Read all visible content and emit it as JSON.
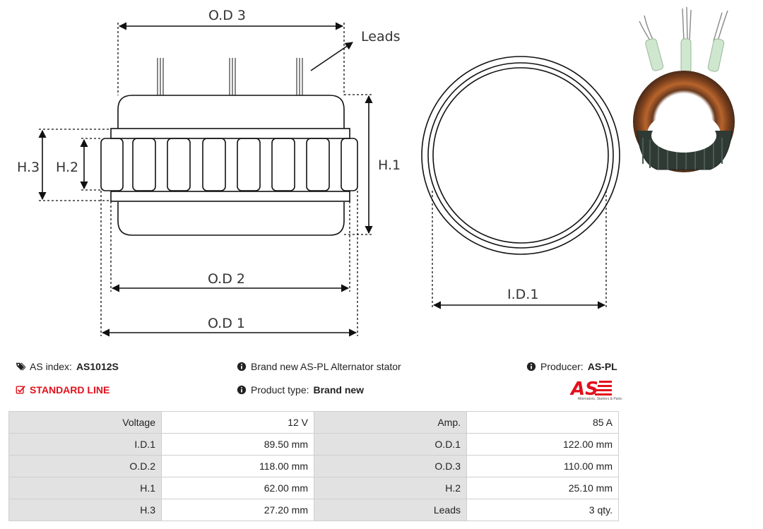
{
  "diagram": {
    "labels": {
      "od3": "O.D 3",
      "leads": "Leads",
      "h1": "H.1",
      "h2": "H.2",
      "h3": "H.3",
      "od2": "O.D 2",
      "od1": "O.D 1",
      "id1": "I.D.1"
    }
  },
  "info": {
    "as_index_label": "AS index:",
    "as_index_value": "AS1012S",
    "line_label": "STANDARD LINE",
    "description": "Brand new AS-PL Alternator stator",
    "product_type_label": "Product type:",
    "product_type_value": "Brand new",
    "producer_label": "Producer:",
    "producer_value": "AS-PL"
  },
  "logo": {
    "text": "AS",
    "tagline": "Alternators, Starters & Parts",
    "color": "#e3101b"
  },
  "specs": {
    "rows": [
      {
        "l1": "Voltage",
        "v1": "12 V",
        "l2": "Amp.",
        "v2": "85 A"
      },
      {
        "l1": "I.D.1",
        "v1": "89.50 mm",
        "l2": "O.D.1",
        "v2": "122.00 mm"
      },
      {
        "l1": "O.D.2",
        "v1": "118.00 mm",
        "l2": "O.D.3",
        "v2": "110.00 mm"
      },
      {
        "l1": "H.1",
        "v1": "62.00 mm",
        "l2": "H.2",
        "v2": "25.10 mm"
      },
      {
        "l1": "H.3",
        "v1": "27.20 mm",
        "l2": "Leads",
        "v2": "3 qty."
      }
    ]
  },
  "icons": {
    "tags": "tags-icon",
    "info": "info-circle-icon",
    "check": "check-square-icon"
  }
}
